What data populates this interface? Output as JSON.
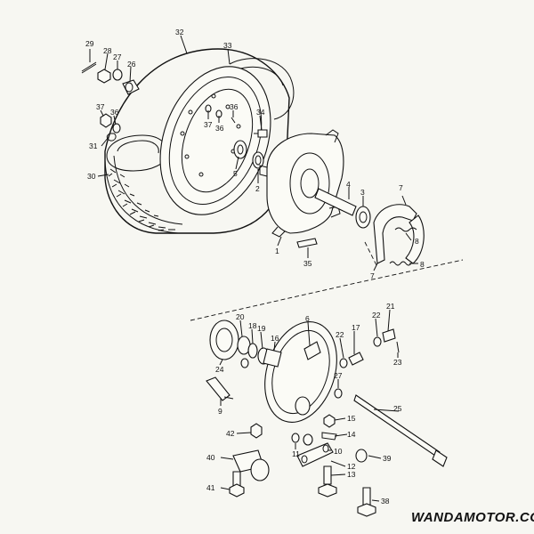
{
  "watermark": "WANDAMOTOR.COM",
  "callouts": [
    {
      "id": "c29",
      "text": "29"
    },
    {
      "id": "c28",
      "text": "28"
    },
    {
      "id": "c27a",
      "text": "27"
    },
    {
      "id": "c26",
      "text": "26"
    },
    {
      "id": "c32",
      "text": "32"
    },
    {
      "id": "c33",
      "text": "33"
    },
    {
      "id": "c37a",
      "text": "37"
    },
    {
      "id": "c36a",
      "text": "36"
    },
    {
      "id": "c31",
      "text": "31"
    },
    {
      "id": "c30",
      "text": "30"
    },
    {
      "id": "c36b",
      "text": "36"
    },
    {
      "id": "c37b",
      "text": "37"
    },
    {
      "id": "c36c",
      "text": "36"
    },
    {
      "id": "c34",
      "text": "34"
    },
    {
      "id": "c5",
      "text": "5"
    },
    {
      "id": "c2",
      "text": "2"
    },
    {
      "id": "c4",
      "text": "4"
    },
    {
      "id": "c3",
      "text": "3"
    },
    {
      "id": "c7a",
      "text": "7"
    },
    {
      "id": "c8a",
      "text": "8"
    },
    {
      "id": "c8b",
      "text": "8"
    },
    {
      "id": "c7b",
      "text": "7"
    },
    {
      "id": "c1",
      "text": "1"
    },
    {
      "id": "c35",
      "text": "35"
    },
    {
      "id": "c20",
      "text": "20"
    },
    {
      "id": "c18",
      "text": "18"
    },
    {
      "id": "c19",
      "text": "19"
    },
    {
      "id": "c16",
      "text": "16"
    },
    {
      "id": "c6",
      "text": "6"
    },
    {
      "id": "c22a",
      "text": "22"
    },
    {
      "id": "c17",
      "text": "17"
    },
    {
      "id": "c22b",
      "text": "22"
    },
    {
      "id": "c21",
      "text": "21"
    },
    {
      "id": "c23",
      "text": "23"
    },
    {
      "id": "c24",
      "text": "24"
    },
    {
      "id": "c27b",
      "text": "27"
    },
    {
      "id": "c9",
      "text": "9"
    },
    {
      "id": "c25",
      "text": "25"
    },
    {
      "id": "c15",
      "text": "15"
    },
    {
      "id": "c14",
      "text": "14"
    },
    {
      "id": "c42",
      "text": "42"
    },
    {
      "id": "c11",
      "text": "11"
    },
    {
      "id": "c10",
      "text": "10"
    },
    {
      "id": "c39",
      "text": "39"
    },
    {
      "id": "c40",
      "text": "40"
    },
    {
      "id": "c13",
      "text": "13"
    },
    {
      "id": "c12",
      "text": "12"
    },
    {
      "id": "c41",
      "text": "41"
    },
    {
      "id": "c38",
      "text": "38"
    }
  ]
}
